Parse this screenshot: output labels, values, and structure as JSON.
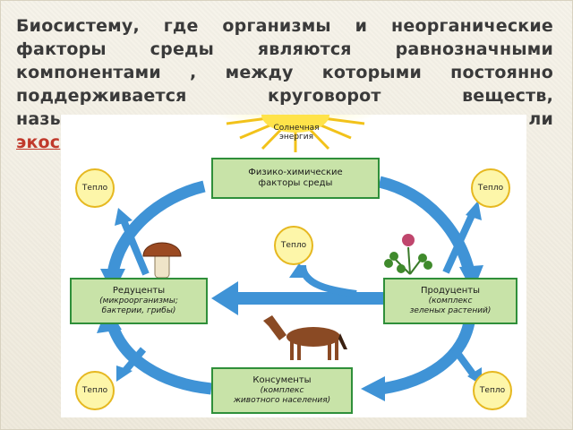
{
  "slide": {
    "title_line1": "Биосистему, где организмы и неорганические",
    "title_line2": "факторы среды являются равнозначными",
    "title_line3": "компонентами , между которыми постоянно",
    "title_line4": "поддерживается круговорот веществ,",
    "title_line5a": "назы",
    "title_line5b": "ли",
    "title_line6": "экос"
  },
  "diagram": {
    "sun": {
      "label_line1": "Солнечная",
      "label_line2": "энергия"
    },
    "physico_chemical": {
      "line1": "Физико-химические",
      "line2": "факторы среды"
    },
    "reducers": {
      "line1": "Редуценты",
      "line2": "(микроорганизмы;",
      "line3": "бактерии, грибы)"
    },
    "producers": {
      "line1": "Продуценты",
      "line2": "(комплекс",
      "line3": "зеленых растений)"
    },
    "consumers": {
      "line1": "Консументы",
      "line2": "(комплекс",
      "line3": "животного населения)"
    },
    "heat_label": "Тепло",
    "colors": {
      "arrow": "#3f93d6",
      "box_fill": "#c8e3a8",
      "box_border": "#2f8f3a",
      "heat_fill": "#fdf6a9"
    },
    "icons": [
      "sun-icon",
      "mushroom-icon",
      "clover-icon",
      "horse-icon"
    ]
  }
}
